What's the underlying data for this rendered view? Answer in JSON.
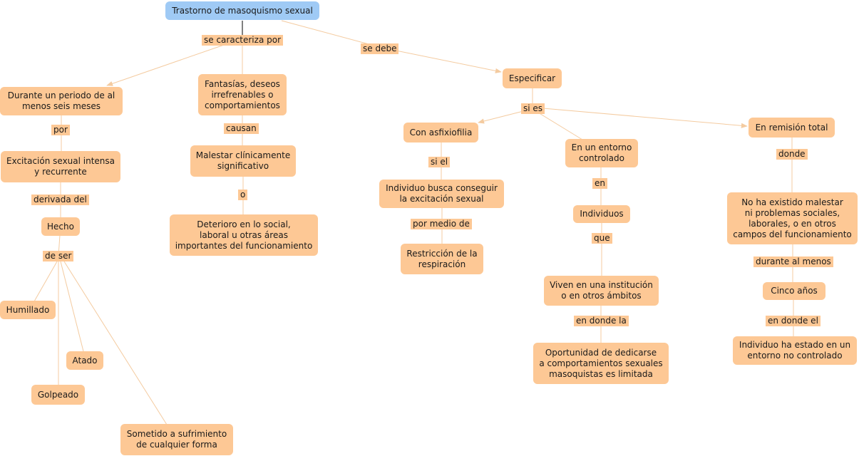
{
  "colors": {
    "root": "#9fcaf5",
    "node": "#fdc895",
    "line": "#f4cba0",
    "root_stem": "#000000"
  },
  "concepts": {
    "root": "Trastorno de masoquismo sexual",
    "durante": "Durante un periodo de al\nmenos seis meses",
    "fantasias": "Fantasías, deseos\nirrefrenables o\ncomportamientos",
    "especificar": "Especificar",
    "excitacion": "Excitación sexual intensa\ny recurrente",
    "malestar": "Malestar clínicamente\nsignificativo",
    "hecho": "Hecho",
    "deterioro": "Deterioro en lo social,\nlaboral u otras áreas\nimportantes del funcionamiento",
    "humillado": "Humillado",
    "atado": "Atado",
    "golpeado": "Golpeado",
    "sometido": "Sometido a sufrimiento\nde cualquier forma",
    "asfixiofilia": "Con asfixiofilia",
    "entorno": "En un entorno\ncontrolado",
    "remision": "En remisión total",
    "individuo_busca": "Individuo busca conseguir\nla excitación sexual",
    "restriccion": "Restricción de la\nrespiración",
    "individuos": "Individuos",
    "viven": "Viven en una institución\no en otros ámbitos",
    "oportunidad": "Oportunidad de dedicarse\na comportamientos sexuales\nmasoquistas es limitada",
    "no_malestar": "No ha existido malestar\nni problemas sociales,\nlaborales, o en otros\ncampos del funcionamiento",
    "cinco": "Cinco años",
    "individuo_estado": "Individuo ha estado en un\nentorno no controlado"
  },
  "links": {
    "se_caracteriza": "se caracteriza por",
    "se_debe": "se debe",
    "por": "por",
    "derivada": "derivada del",
    "de_ser": "de ser",
    "causan": "causan",
    "o": "o",
    "si_es": "si es",
    "si_el": "si el",
    "por_medio": "por medio de",
    "en": "en",
    "que": "que",
    "en_donde_la": "en donde la",
    "donde": "donde",
    "durante_menos": "durante al menos",
    "en_donde_el": "en donde el"
  }
}
